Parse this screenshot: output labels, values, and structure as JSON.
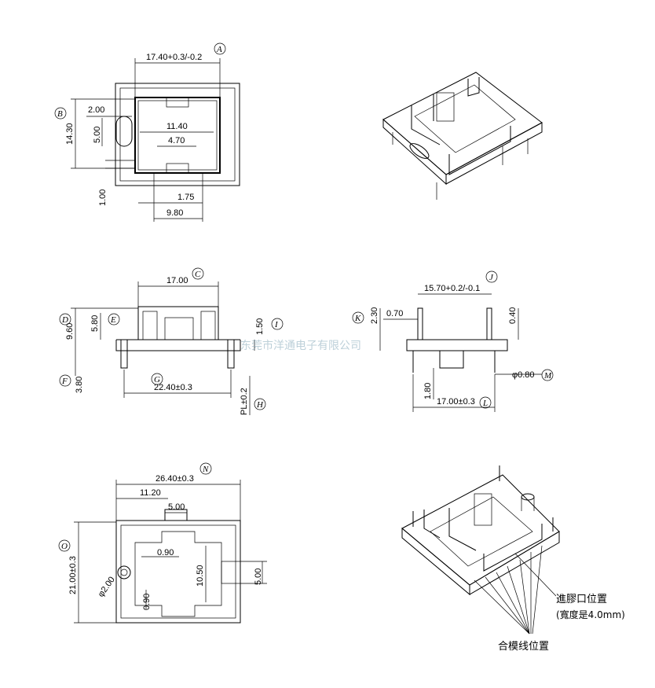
{
  "view1": {
    "d_top": "17.40+0.3/-0.2",
    "tag_top": "A",
    "tag_left": "B",
    "d_height": "14.30",
    "d_2": "2.00",
    "d_5": "5.00",
    "d_1140": "11.40",
    "d_470": "4.70",
    "d_100": "1.00",
    "d_175": "1.75",
    "d_980": "9.80"
  },
  "view2": {
    "d_top": "17.00",
    "tag_top": "C",
    "tag_d": "D",
    "d_960": "9.60",
    "d_580": "5.80",
    "tag_e": "E",
    "d_150": "1.50",
    "tag_i": "I",
    "tag_f": "F",
    "d_380": "3.80",
    "tag_g": "G",
    "d_bottom": "22.40±0.3",
    "d_pl": "PL±0.2",
    "tag_h": "H"
  },
  "view3": {
    "d_top": "15.70+0.2/-0.1",
    "tag_j": "J",
    "tag_k": "K",
    "d_230": "2.30",
    "d_070": "0.70",
    "d_040": "0.40",
    "d_080": "φ0.80",
    "tag_m": "M",
    "d_180": "1.80",
    "d_bottom": "17.00±0.3",
    "tag_l": "L"
  },
  "view4": {
    "d_top": "26.40±0.3",
    "tag_n": "N",
    "d_1120": "11.20",
    "d_500": "5.00",
    "tag_o": "O",
    "d_left": "21.00±0.3",
    "d_090a": "0.90",
    "d_dia": "φ2.00",
    "d_1050": "10.50",
    "d_090b": "0.90",
    "d_right": "5.00"
  },
  "notes": {
    "gate_line1": "進膠口位置",
    "gate_line2": "(寬度是4.0mm)",
    "parting": "合模线位置"
  },
  "watermark": "东莞市洋通电子有限公司"
}
